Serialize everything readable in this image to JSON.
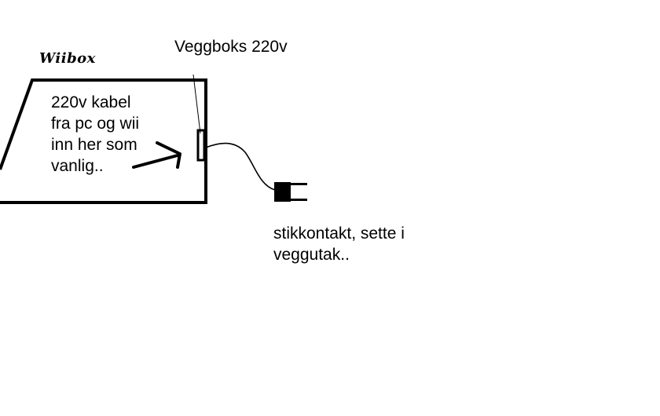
{
  "diagram": {
    "title": "Wiibox",
    "wallbox_label": "Veggboks 220v",
    "box_note": [
      "220v kabel",
      "fra pc og wii",
      "inn her som",
      "vanlig.."
    ],
    "plug_note": [
      "stikkontakt, sette i",
      "veggutak.."
    ],
    "colors": {
      "ink": "#000000",
      "background": "#ffffff"
    },
    "icons": [
      "plug-icon",
      "arrow-icon"
    ]
  }
}
